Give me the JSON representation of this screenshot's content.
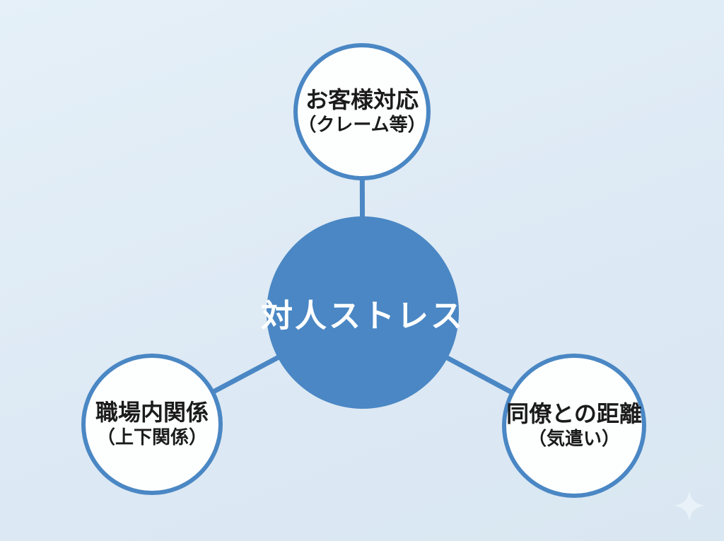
{
  "diagram": {
    "title_context": "interpersonal-stress-mindmap",
    "center_node": {
      "label": "対人ストレス"
    },
    "nodes": [
      {
        "id": "customer-service",
        "label": "お客様対応",
        "sublabel": "（クレーム等）",
        "position": "top"
      },
      {
        "id": "workplace-relations",
        "label": "職場内関係",
        "sublabel": "（上下関係）",
        "position": "bottom-left"
      },
      {
        "id": "colleague-distance",
        "label": "同僚との距離",
        "sublabel": "（気遣い）",
        "position": "bottom-right"
      }
    ],
    "icons": [
      {
        "name": "sparkle-icon",
        "glyph": "✦"
      }
    ],
    "colors": {
      "primary_blue": "#4a87c4",
      "node_fill": "#fdfefe",
      "background": "#dde9f4",
      "center_text": "#ffffff",
      "node_text": "#1b1b1b"
    }
  }
}
